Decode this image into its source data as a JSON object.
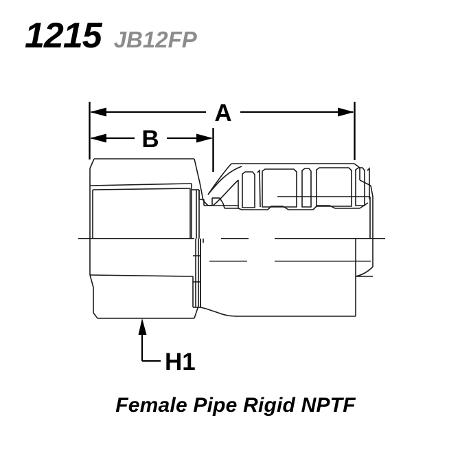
{
  "header": {
    "part_number": "1215",
    "part_code": "JB12FP"
  },
  "caption": {
    "text": "Female Pipe Rigid NPTF"
  },
  "dimensions": {
    "overall_label": "A",
    "thread_label": "B",
    "hex_label": "H1"
  },
  "colors": {
    "line": "#1a1a1a",
    "title": "#000000",
    "code": "#8c8c8c",
    "background": "#ffffff"
  },
  "drawing": {
    "name": "hydraulic-hose-fitting-female-pipe-rigid-nptf",
    "view": "side-section",
    "components": [
      "hex-nut",
      "female-npt-thread-body",
      "crimp-ferrule",
      "serrated-hose-stem"
    ]
  }
}
